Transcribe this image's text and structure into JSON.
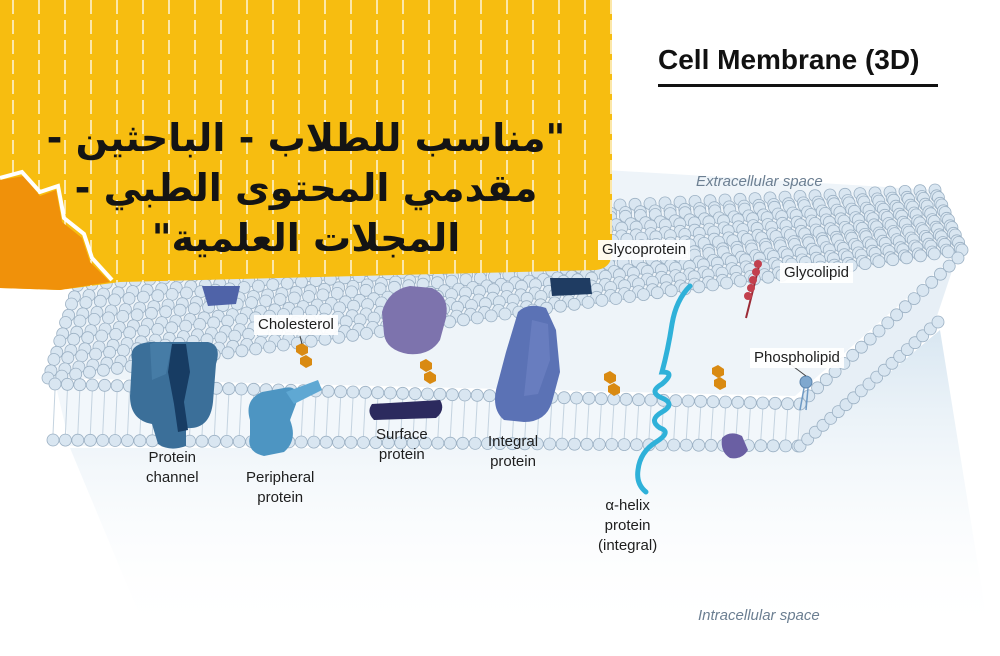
{
  "diagram": {
    "title": "Cell Membrane (3D)",
    "regions": {
      "extracellular": "Extracellular space",
      "intracellular": "Intracellular space"
    },
    "labels": {
      "glycoprotein": "Glycoprotein",
      "glycolipid": "Glycolipid",
      "cholesterol": "Cholesterol",
      "phospholipid": "Phospholipid",
      "protein_channel": [
        "Protein",
        "channel"
      ],
      "peripheral_protein": [
        "Peripheral",
        "protein"
      ],
      "surface_protein": [
        "Surface",
        "protein"
      ],
      "integral_protein": [
        "Integral",
        "protein"
      ],
      "alpha_helix_protein": [
        "α-helix",
        "protein",
        "(integral)"
      ]
    }
  },
  "banner": {
    "text": "\"مناسب للطلاب - الباحثين - مقدمي المحتوى الطبي - المجلات العلمية\"",
    "colors": {
      "main": "#f7bd10",
      "torn_edge": "#f0910a",
      "stripe": "#ffffff"
    }
  },
  "colors": {
    "bead_fill": "#d9e6f1",
    "bead_stroke": "#9bb0c3",
    "channel_protein": "#3b6f99",
    "channel_dark": "#173c63",
    "peripheral_protein": "#4d95c2",
    "surface_protein": "#7d73ad",
    "integral_protein": "#5b72b5",
    "helix": "#2fb1d9",
    "cholesterol": "#d98a12",
    "glycolipid": "#c2404e",
    "shadow": "#dce9f3"
  }
}
